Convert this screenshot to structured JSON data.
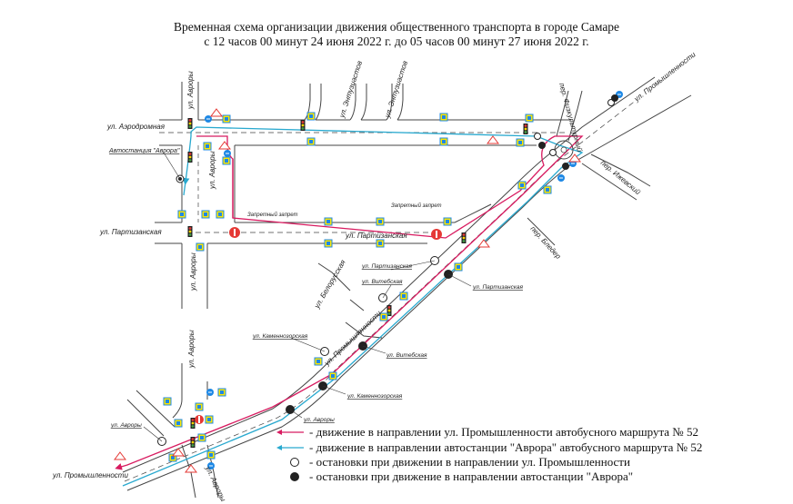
{
  "title": {
    "line1": "Временная схема организации движения общественного транспорта в городе Самаре",
    "line2": "с 12 часов 00 минут 24 июня 2022 г. до 05 часов 00 минут 27 июня 2022 г."
  },
  "streets": {
    "aerodromnaya": "ул. Аэродромная",
    "avrory_top": "ул. Авроры",
    "avrory_mid": "ул. Авроры",
    "avrory_low": "ул. Авроры",
    "avrory_bottom": "ул. Авроры",
    "avrory_bottom2": "ул. Авроры",
    "entuziastov1": "ул. Энтузиастов",
    "entuziastov2": "ул. Энтузиастов",
    "fizkultur": "пер. Физкультурный",
    "promyshlennosti_top": "ул. Промышленности",
    "promyshlennosti_mid": "ул. Промышленности",
    "promyshlennosti_bottom": "ул. Промышленности",
    "partizanskaya_left": "ул. Партизанская",
    "partizanskaya_mid": "ул. Партизанская",
    "izhevsky": "пер. Ижевский",
    "bleder": "пер. Бледер",
    "belorusskaya": "ул. Белорусская"
  },
  "labels": {
    "avtostanciya": "Автостанция \"Аврора\"",
    "zapret1": "Запретный запрет",
    "zapret2": "Запретный запрет"
  },
  "stops": {
    "partizanskaya_w": "ул. Партизанская",
    "partizanskaya_b": "ул. Партизанская",
    "vitebskaya_w": "ул. Витебская",
    "vitebskaya_b": "ул. Витебская",
    "kamennosorskaya_w": "ул. Каменнозорская",
    "kamennosorskaya_b": "ул. Каменнозорская",
    "avrory_w": "ул. Авроры",
    "avrory_b": "ул. Авроры"
  },
  "legend": {
    "item1": "- движение в направлении ул. Промышленности автобусного маршрута № 52",
    "item2": "- движение в направлении автостанции \"Аврора\" автобусного маршрута № 52",
    "item3": "- остановки при движении в направлении ул. Промышленности",
    "item4": "- остановки при движение в направлении автостанции \"Аврора\""
  },
  "colors": {
    "route_to_promyshlennosti": "#d81b60",
    "route_to_avrora": "#29a9cf",
    "road": "#444444",
    "sign_yellow": "#ffe600",
    "sign_blue": "#1e88e5",
    "sign_red": "#e53935"
  }
}
